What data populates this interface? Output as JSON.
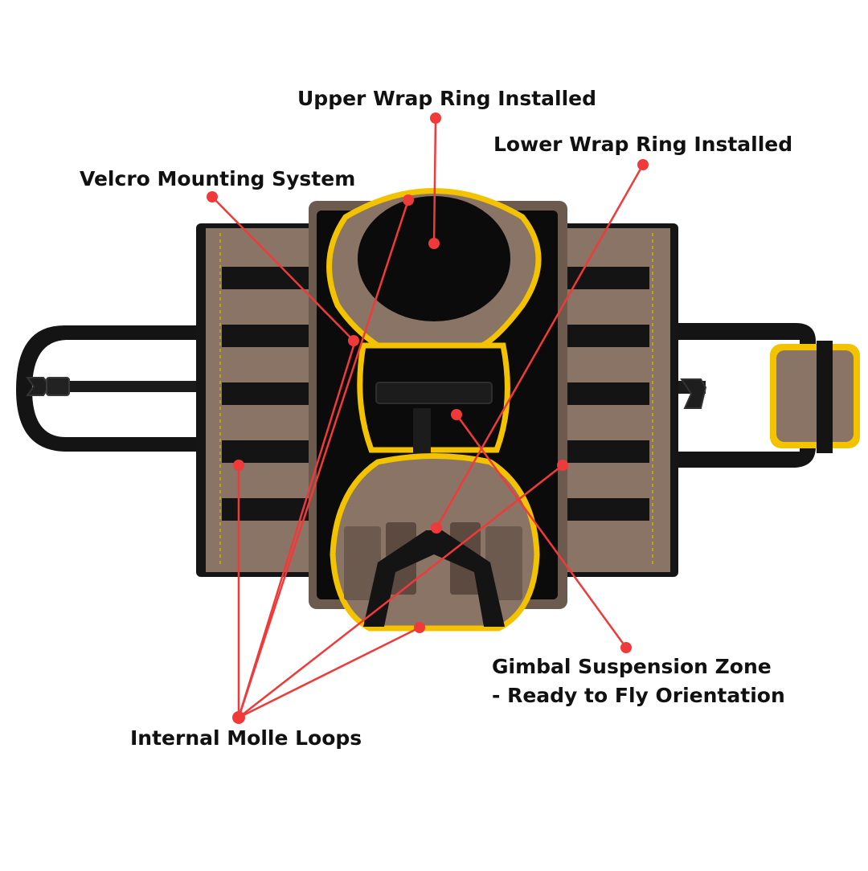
{
  "colors": {
    "annotation": "#f03a3a",
    "fabric": "#8a7466",
    "webbing": "#141414",
    "trim": "#f3c300",
    "interior": "#0b0b0b"
  },
  "labels": {
    "upper_ring": "Upper Wrap Ring Installed",
    "lower_ring": "Lower Wrap Ring Installed",
    "velcro": "Velcro Mounting System",
    "gimbal_line1": "Gimbal Suspension Zone",
    "gimbal_line2": "- Ready to Fly Orientation",
    "molle": "Internal Molle Loops"
  }
}
